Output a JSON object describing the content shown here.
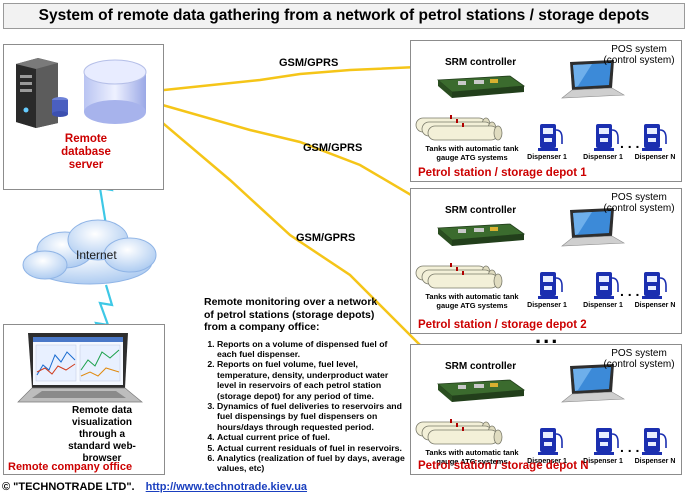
{
  "title": "System of remote data gathering from a network of petrol stations / storage depots",
  "server": {
    "label_line1": "Remote",
    "label_line2": "database",
    "label_line3": "server"
  },
  "links": [
    "GSM/GPRS",
    "GSM/GPRS",
    "GSM/GPRS"
  ],
  "internet_label": "Internet",
  "office": {
    "caption_line1": "Remote data",
    "caption_line2": "visualization through a",
    "caption_line3": "standard web-browser",
    "title": "Remote company office"
  },
  "stations": [
    {
      "srm": "SRM controller",
      "pos_line1": "POS system",
      "pos_line2": "(control system)",
      "tanks_line1": "Tanks with automatic tank",
      "tanks_line2": "gauge ATG systems",
      "dispensers": [
        "Dispenser 1",
        "Dispenser 1",
        "Dispenser N"
      ],
      "title": "Petrol station / storage depot 1"
    },
    {
      "srm": "SRM controller",
      "pos_line1": "POS system",
      "pos_line2": "(control system)",
      "tanks_line1": "Tanks with automatic tank",
      "tanks_line2": "gauge ATG systems",
      "dispensers": [
        "Dispenser 1",
        "Dispenser 1",
        "Dispenser N"
      ],
      "title": "Petrol station / storage depot 2"
    },
    {
      "srm": "SRM controller",
      "pos_line1": "POS system",
      "pos_line2": "(control system)",
      "tanks_line1": "Tanks with automatic tank",
      "tanks_line2": "gauge ATG systems",
      "dispensers": [
        "Dispenser 1",
        "Dispenser 1",
        "Dispenser N"
      ],
      "title": "Petrol station / storage depot N"
    }
  ],
  "ellipsis": "...",
  "monitoring": {
    "title_line1": "Remote monitoring over a network",
    "title_line2": "of petrol stations (storage depots)",
    "title_line3": "from a company office:",
    "items": [
      "Reports on a volume of dispensed fuel of each fuel dispenser.",
      "Reports on fuel volume, fuel level, temperature, density, underproduct water level in reservoirs of each petrol station (storage depot) for any period of time.",
      "Dynamics of fuel deliveries to reservoirs and fuel dispensings by fuel dispensers on hours/days through requested period.",
      "Actual current price of fuel.",
      "Actual current residuals of fuel in reservoirs.",
      "Analytics (realization of fuel by days, average values, etc)"
    ]
  },
  "footer": {
    "company": "© \"TECHNOTRADE LTD\".",
    "url": "http://www.technotrade.kiev.ua"
  },
  "colors": {
    "wireless": "#f5c518",
    "wired": "#3ec8e6",
    "accent_red": "#cc0000",
    "dispenser": "#1b2fb0",
    "srm_board": "#3b6b2e"
  }
}
